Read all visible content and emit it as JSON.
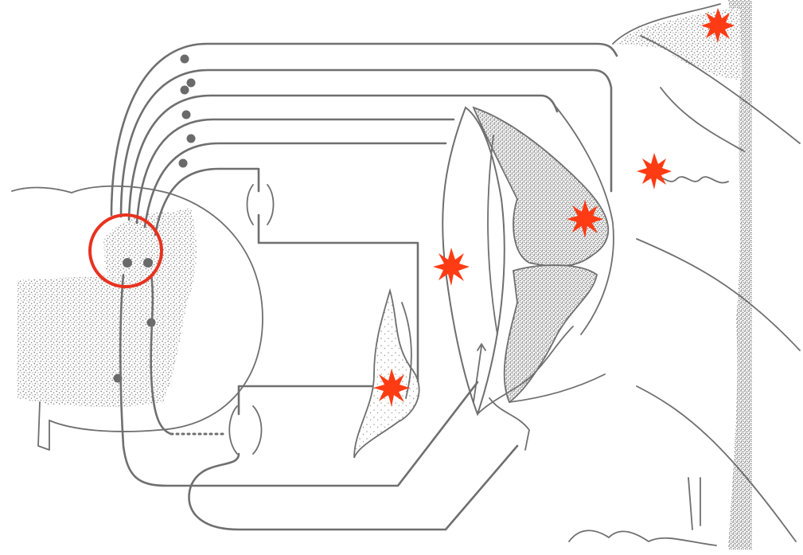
{
  "figure": {
    "background_color": "#ffffff",
    "line_color": "#6f6f6f",
    "stipple_color": "#8a8a8a",
    "highlight_color": "#e8321f",
    "marker_color": "#ff3b14",
    "markers": [
      {
        "id": "skin-top",
        "shape": "burst-icon"
      },
      {
        "id": "skin-mid",
        "shape": "burst-icon"
      },
      {
        "id": "joint-upper",
        "shape": "burst-icon"
      },
      {
        "id": "muscle-spindle",
        "shape": "burst-icon"
      },
      {
        "id": "tendon-organ",
        "shape": "burst-icon"
      }
    ],
    "highlight": {
      "shape": "circle-icon",
      "target": "dorsal-horn"
    }
  }
}
